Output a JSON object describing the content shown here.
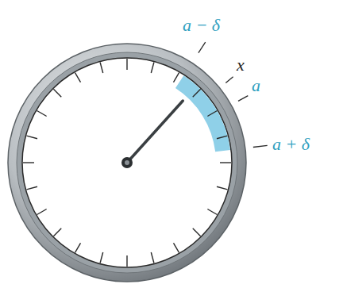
{
  "diagram": {
    "labels": [
      "a − δ",
      "x",
      "a",
      "a + δ"
    ]
  }
}
